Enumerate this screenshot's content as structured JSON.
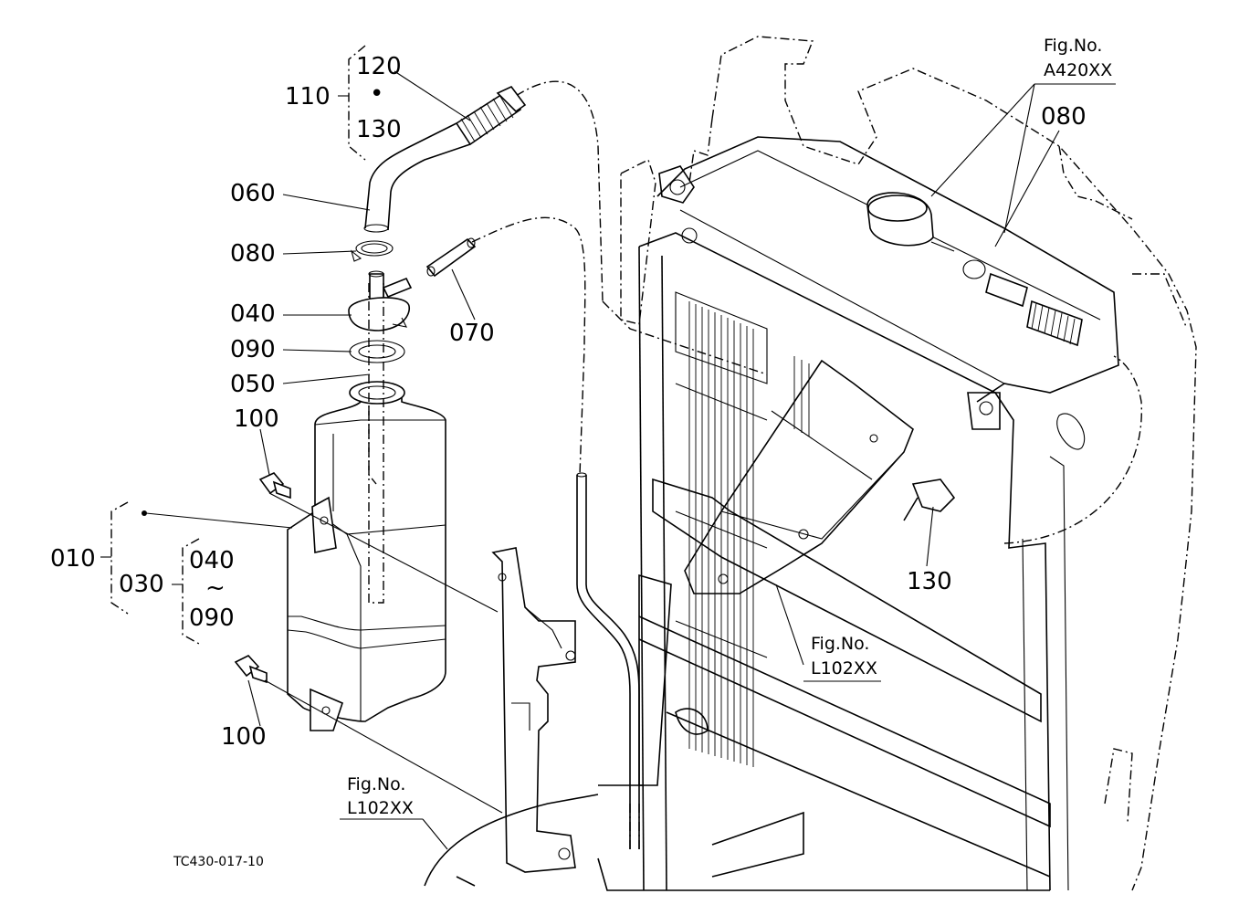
{
  "diagram_code": "TC430-017-10",
  "parts": {
    "p010": "010",
    "p030": "030",
    "p040a": "040",
    "p040b": "040",
    "p050": "050",
    "p060": "060",
    "p070": "070",
    "p080a": "080",
    "p080b": "080",
    "p090a": "090",
    "p090b": "090",
    "p100a": "100",
    "p100b": "100",
    "p110": "110",
    "p120": "120",
    "p130a": "130",
    "p130b": "130"
  },
  "range_separator": "~",
  "dot_separator": "•",
  "figure_refs": {
    "ref_a": {
      "label": "Fig.No.",
      "code": "A420XX"
    },
    "ref_b": {
      "label": "Fig.No.",
      "code": "L102XX"
    },
    "ref_c": {
      "label": "Fig.No.",
      "code": "L102XX"
    }
  }
}
